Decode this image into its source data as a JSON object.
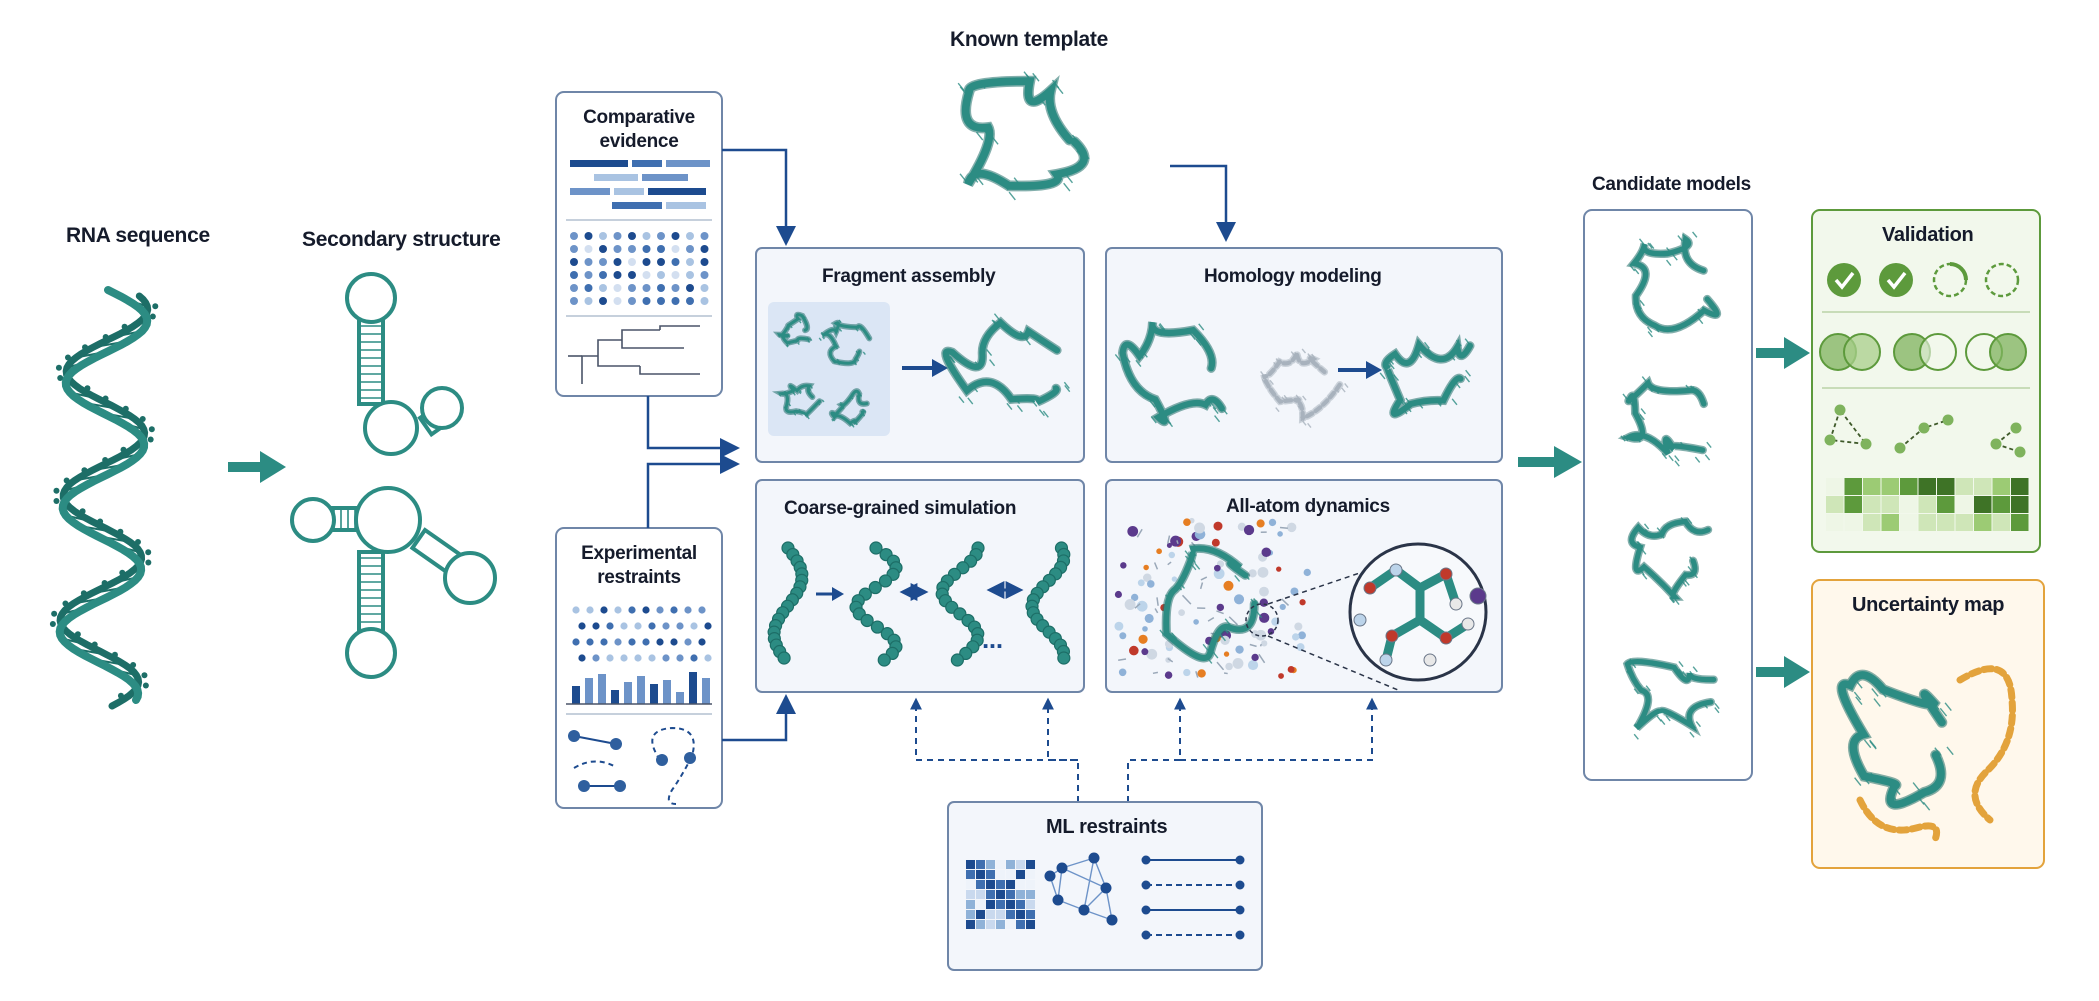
{
  "colors": {
    "teal": "#2c8c83",
    "teal_dark": "#1d6e67",
    "navy": "#1d4b8f",
    "blue_light": "#a9c3e2",
    "panel_bg": "#f3f6fb",
    "panel_border": "#6f86a8",
    "green": "#5d9a3c",
    "green_bg": "#f2f8ec",
    "orange": "#e3a33c",
    "orange_bg": "#fff8ec",
    "text": "#151b2b"
  },
  "labels": {
    "rna_sequence": "RNA sequence",
    "secondary_structure": "Secondary structure",
    "comparative_evidence": "Comparative evidence",
    "experimental_restraints": "Experimental restraints",
    "known_template": "Known template",
    "fragment_assembly": "Fragment assembly",
    "homology_modeling": "Homology modeling",
    "coarse_grained_simulation": "Coarse-grained simulation",
    "all_atom_dynamics": "All-atom dynamics",
    "ml_restraints": "ML restraints",
    "candidate_models": "Candidate models",
    "validation": "Validation",
    "uncertainty_map": "Uncertainty map",
    "ellipsis": "..."
  },
  "icons": [
    "rna-helix-icon",
    "stem-loop-icon",
    "alignment-bars-icon",
    "dot-matrix-icon",
    "phylogenetic-tree-icon",
    "bar-chart-icon",
    "contact-map-icon",
    "network-graph-icon",
    "check-circle-icon",
    "venn-diagram-icon",
    "heatmap-icon",
    "arrow-right-icon",
    "magnifier-circle-icon"
  ]
}
